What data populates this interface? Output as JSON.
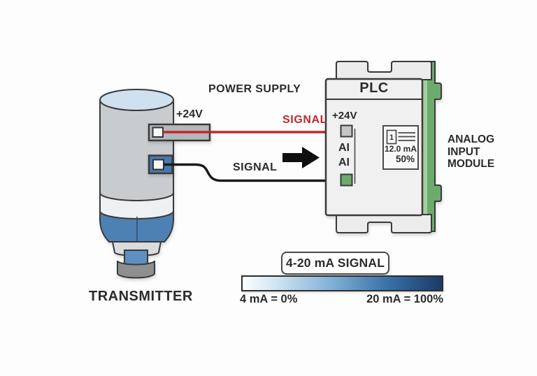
{
  "labels": {
    "power_supply": "POWER SUPPLY",
    "transmitter": "TRANSMITTER",
    "transmitter_24v": "+24V",
    "signal_red": "SIGNAL",
    "signal_black": "SIGNAL"
  },
  "plc": {
    "title": "PLC",
    "terminal_24v": "+24V",
    "ai_1": "AI",
    "ai_2": "AI",
    "display": {
      "icon_digit": "1",
      "reading_ma": "12.0 mA",
      "reading_percent": "50%"
    },
    "module_label": "ANALOG\nINPUT\nMODULE"
  },
  "scale": {
    "title": "4-20 mA SIGNAL",
    "min": "4 mA = 0%",
    "max": "20 mA = 100%"
  },
  "icons": {
    "arrow": "arrow-right-icon",
    "display_icon": "document-lines-icon"
  },
  "colors": {
    "wire_signal_red": "#c1272d",
    "wire_signal_black": "#1a1a1a",
    "connector_blue": "#4a7aad",
    "transmitter_band_blue": "#4d80b3",
    "terminal_green": "#6cab6c",
    "plc_rail_green": "#6cab6c",
    "gradient_start": "#fdfeff",
    "gradient_mid": "#7fb0d6",
    "gradient_end": "#1b3a66"
  }
}
